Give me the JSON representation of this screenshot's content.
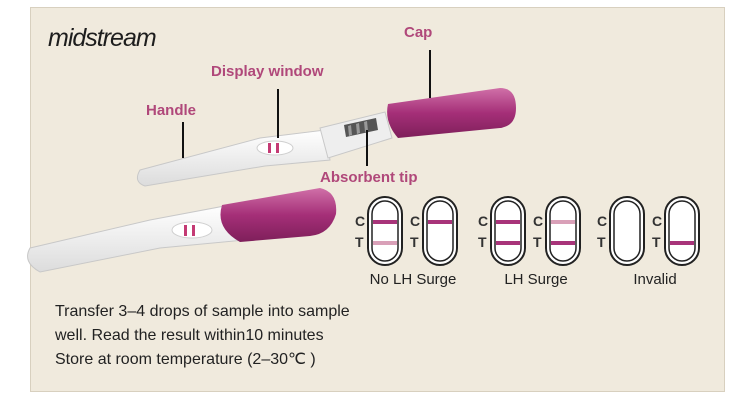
{
  "brand": "midstream",
  "labels": {
    "cap": "Cap",
    "display_window": "Display window",
    "handle": "Handle",
    "absorbent_tip": "Absorbent tip"
  },
  "results": [
    {
      "caption": "No LH Surge",
      "windows": [
        {
          "c_label": "C",
          "t_label": "T",
          "c_line": "strong",
          "t_line": "faint"
        },
        {
          "c_label": "C",
          "t_label": "T",
          "c_line": "strong",
          "t_line": "none"
        }
      ]
    },
    {
      "caption": "LH Surge",
      "windows": [
        {
          "c_label": "C",
          "t_label": "T",
          "c_line": "strong",
          "t_line": "strong"
        },
        {
          "c_label": "C",
          "t_label": "T",
          "c_line": "faint",
          "t_line": "strong"
        }
      ]
    },
    {
      "caption": "Invalid",
      "windows": [
        {
          "c_label": "C",
          "t_label": "T",
          "c_line": "none",
          "t_line": "none"
        },
        {
          "c_label": "C",
          "t_label": "T",
          "c_line": "none",
          "t_line": "strong"
        }
      ]
    }
  ],
  "instructions": [
    "Transfer  3–4  drops  of  sample into  sample",
    "well.  Read the result within10 minutes",
    "Store at  room  temperature (2–30℃ )"
  ],
  "colors": {
    "magenta": "#a8347a",
    "faint_line": "#d9a0b8",
    "background": "#f0eadd",
    "label": "#b0487a"
  }
}
